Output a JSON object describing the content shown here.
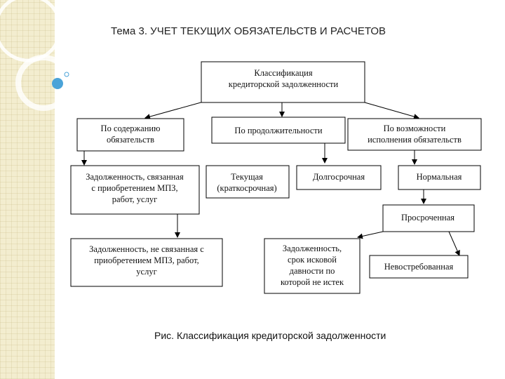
{
  "title": "Тема 3. УЧЕТ ТЕКУЩИХ ОБЯЗАТЕЛЬСТВ И РАСЧЕТОВ",
  "caption": "Рис. Классификация кредиторской задолженности",
  "colors": {
    "strip": "#f3edcf",
    "line": "#000000",
    "accent": "#4aa3d8"
  },
  "nodes": {
    "root": [
      "Классификация",
      "кредиторской задолженности"
    ],
    "by_content": [
      "По содержанию",
      "обязательств"
    ],
    "by_duration": [
      "По продолжительности"
    ],
    "by_possibility": [
      "По возможности",
      "исполнения обязательств"
    ],
    "related": [
      "Задолженность, связанная",
      "с приобретением МПЗ,",
      "работ, услуг"
    ],
    "unrelated": [
      "Задолженность, не связанная с",
      "приобретением МПЗ, работ,",
      "услуг"
    ],
    "current": [
      "Текущая",
      "(краткосрочная)"
    ],
    "longterm": [
      "Долгосрочная"
    ],
    "normal": [
      "Нормальная"
    ],
    "overdue": [
      "Просроченная"
    ],
    "debt_unexpired": [
      "Задолженность,",
      "срок исковой",
      "давности по",
      "которой не истек"
    ],
    "unclaimed": [
      "Невостребованная"
    ]
  }
}
